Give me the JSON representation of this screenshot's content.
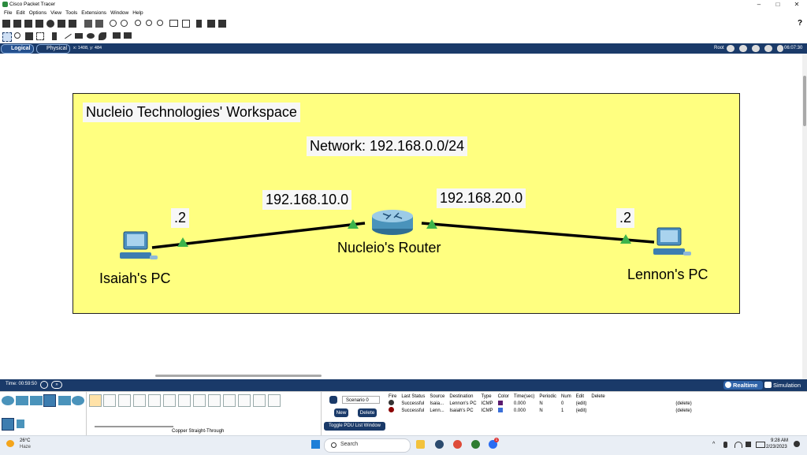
{
  "window": {
    "title": "Cisco Packet Tracer",
    "minimize": "–",
    "maximize": "□",
    "close": "✕"
  },
  "menu": [
    "File",
    "Edit",
    "Options",
    "View",
    "Tools",
    "Extensions",
    "Window",
    "Help"
  ],
  "help_icon": "?",
  "viewbar": {
    "logical": "Logical",
    "physical": "Physical",
    "coords": "x: 1408, y: 484",
    "root": "Root",
    "clock": "06:07:30"
  },
  "canvas": {
    "cluster_color": "#ffff80",
    "workspace_title": "Nucleio Technologies' Workspace",
    "network_note": "Network: 192.168.0.0/24",
    "net_left": "192.168.10.0",
    "net_right": "192.168.20.0",
    "host_left_octet": ".2",
    "host_right_octet": ".2",
    "pc_left": "Isaiah's PC",
    "router": "Nucleio's Router",
    "pc_right": "Lennon's PC",
    "link_up_color": "#3cb44b"
  },
  "timebar": {
    "time": "Time: 00:59:50",
    "realtime": "Realtime",
    "simulation": "Simulation"
  },
  "devices": {
    "selected_connection": "Copper Straight-Through"
  },
  "scenario": {
    "name": "Scenario 0",
    "new": "New",
    "delete": "Delete",
    "toggle": "Toggle PDU List Window"
  },
  "pdu_table": {
    "headers": [
      "Fire",
      "Last Status",
      "Source",
      "Destination",
      "Type",
      "Color",
      "Time(sec)",
      "Periodic",
      "Num",
      "Edit",
      "Delete"
    ],
    "rows": [
      {
        "status": "Successful",
        "source": "Isaia...",
        "destination": "Lennon's PC",
        "type": "ICMP",
        "color": "#5a1a6e",
        "time": "0.000",
        "periodic": "N",
        "num": "0",
        "edit": "(edit)",
        "delete": "(delete)"
      },
      {
        "status": "Successful",
        "source": "Lenn...",
        "destination": "Isaiah's PC",
        "type": "ICMP",
        "color": "#3a6fd8",
        "time": "0.000",
        "periodic": "N",
        "num": "1",
        "edit": "(edit)",
        "delete": "(delete)"
      }
    ]
  },
  "taskbar": {
    "temp": "26°C",
    "weather": "Haze",
    "search": "Search",
    "time": "9:28 AM",
    "date": "2/23/2023",
    "badge": "1"
  }
}
